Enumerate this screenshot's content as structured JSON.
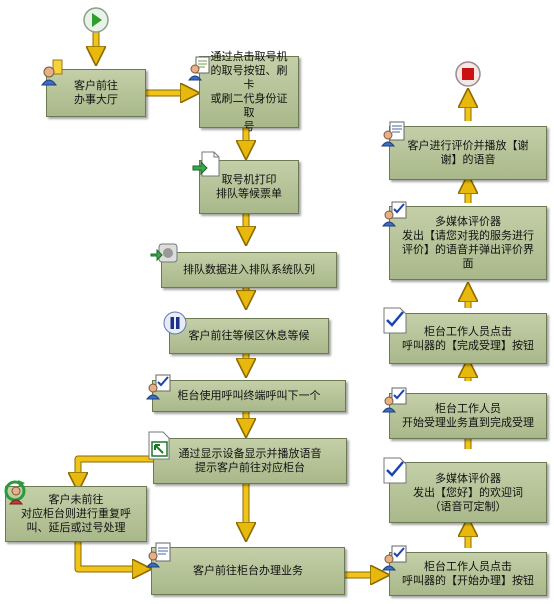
{
  "nodes": {
    "go_to_hall": "客户前往\n办事大厅",
    "take_number": "通过点击取号机\n的取号按钮、刷卡\n或刷二代身份证取\n号",
    "print_ticket": "取号机打印\n排队等候票单",
    "enter_queue": "排队数据进入排队系统队列",
    "wait_area": "客户前往等候区休息等候",
    "call_next": "柜台使用呼叫终端呼叫下一个",
    "display_voice": "通过显示设备显示并播放语音\n提示客户前往对应柜台",
    "no_show": "客户未前往\n对应柜台则进行重复呼\n叫、延后或过号处理",
    "go_counter": "客户前往柜台办理业务",
    "start_handling": "柜台工作人员点击\n呼叫器的【开始办理】按钮",
    "welcome": "多媒体评价器\n发出【您好】的欢迎词\n（语音可定制）",
    "handling": "柜台工作人员\n开始受理业务直到完成受理",
    "complete": "柜台工作人员点击\n呼叫器的【完成受理】按钮",
    "ask_rate": "多媒体评价器\n发出【请您对我的服务进行\n评价】的语音并弹出评价界\n面",
    "thanks": "客户进行评价并播放【谢\n谢】的语音"
  },
  "colors": {
    "box_fill": "#b6c39a",
    "arrow": "#f0c419",
    "start": "#2e9e2e",
    "stop": "#cc1111"
  }
}
